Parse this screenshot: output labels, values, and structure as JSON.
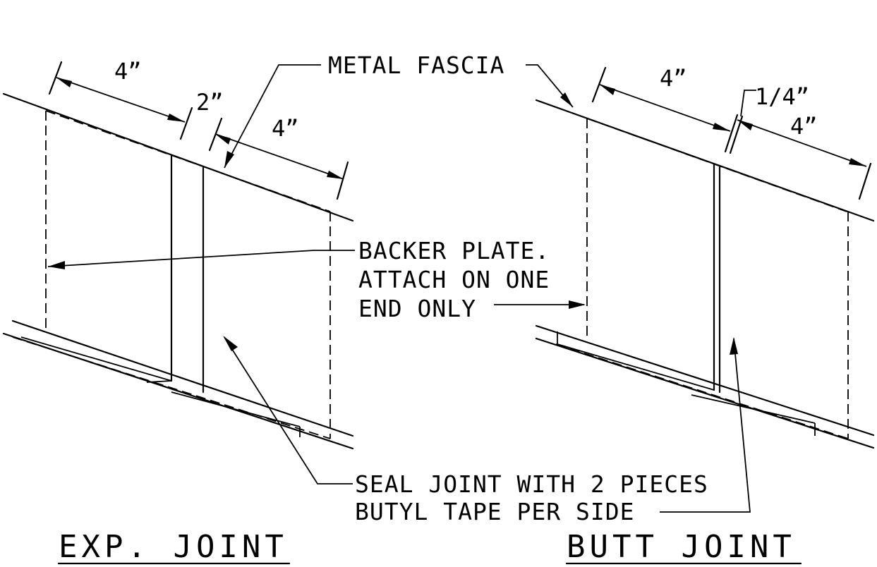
{
  "labels": {
    "metal_fascia": "METAL FASCIA",
    "backer_line1": "BACKER PLATE.",
    "backer_line2": "ATTACH ON ONE",
    "backer_line3": "END ONLY",
    "seal_line1": "SEAL JOINT WITH 2 PIECES",
    "seal_line2": "BUTYL TAPE PER SIDE"
  },
  "titles": {
    "left": "EXP. JOINT",
    "right": "BUTT JOINT"
  },
  "dimensions": {
    "left_a": "4”",
    "left_gap": "2”",
    "left_b": "4”",
    "right_a": "4”",
    "right_gap": "1/4”",
    "right_b": "4”"
  }
}
